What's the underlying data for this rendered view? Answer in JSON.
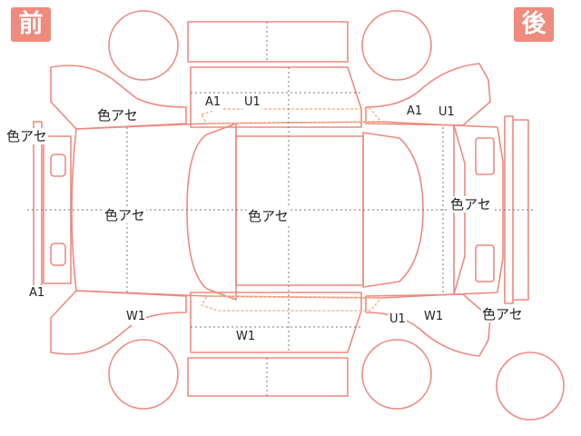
{
  "corners": {
    "front": "前",
    "rear": "後"
  },
  "damage_marks": {
    "left_front_fender": "色アセ",
    "front_bumper_side": "色アセ",
    "hood": "色アセ",
    "roof": "色アセ",
    "trunk": "色アセ",
    "rear_bumper_side": "色アセ",
    "front_bumper_corner": "A1",
    "left_front_pillar": "A1",
    "left_roof_rail": "U1",
    "left_rear_pillar": "A1",
    "left_rear_quarter": "U1",
    "right_front_fender": "W1",
    "right_rocker": "W1",
    "right_rear_door": "U1",
    "right_rear_quarter": "W1"
  },
  "colors": {
    "outline": "#ef8a7e",
    "corner_badge": "#ef8a7e",
    "guide": "#777777",
    "trim": "#f2b98a"
  }
}
